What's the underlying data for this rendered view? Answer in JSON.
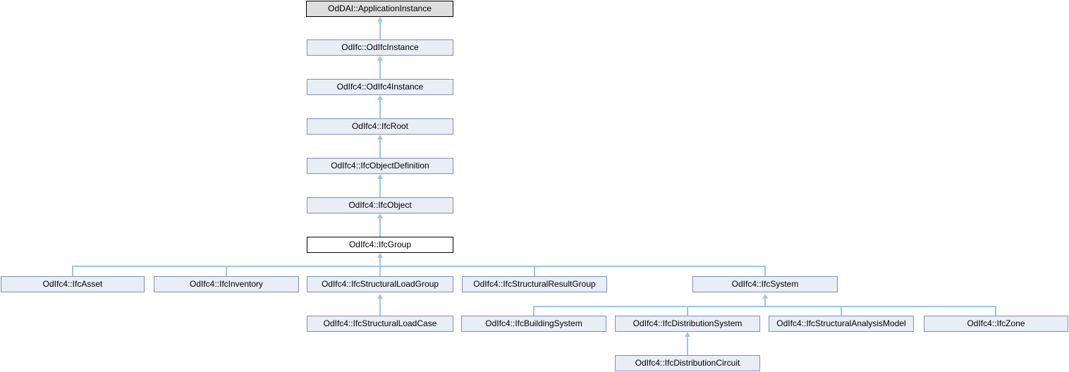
{
  "colors": {
    "background": "#FFFFFF",
    "edge_color": "#9CC7E6",
    "node_border": "#7F8FB8",
    "node_fill": "#E8EDF6",
    "current_node_fill": "#FFFFFF",
    "current_node_border": "#000000",
    "external_node_fill": "#DEDEDE",
    "external_node_border": "#000000",
    "text_color": "#000000"
  },
  "nodes": {
    "application_instance": "OdDAI::ApplicationInstance",
    "odifc_instance": "OdIfc::OdIfcInstance",
    "odifc4_instance": "OdIfc4::OdIfc4Instance",
    "ifc_root": "OdIfc4::IfcRoot",
    "ifc_object_definition": "OdIfc4::IfcObjectDefinition",
    "ifc_object": "OdIfc4::IfcObject",
    "ifc_group": "OdIfc4::IfcGroup",
    "ifc_asset": "OdIfc4::IfcAsset",
    "ifc_inventory": "OdIfc4::IfcInventory",
    "ifc_structural_load_group": "OdIfc4::IfcStructuralLoadGroup",
    "ifc_structural_result_group": "OdIfc4::IfcStructuralResultGroup",
    "ifc_system": "OdIfc4::IfcSystem",
    "ifc_structural_load_case": "OdIfc4::IfcStructuralLoadCase",
    "ifc_building_system": "OdIfc4::IfcBuildingSystem",
    "ifc_distribution_system": "OdIfc4::IfcDistributionSystem",
    "ifc_structural_analysis_model": "OdIfc4::IfcStructuralAnalysisModel",
    "ifc_zone": "OdIfc4::IfcZone",
    "ifc_distribution_circuit": "OdIfc4::IfcDistributionCircuit"
  }
}
